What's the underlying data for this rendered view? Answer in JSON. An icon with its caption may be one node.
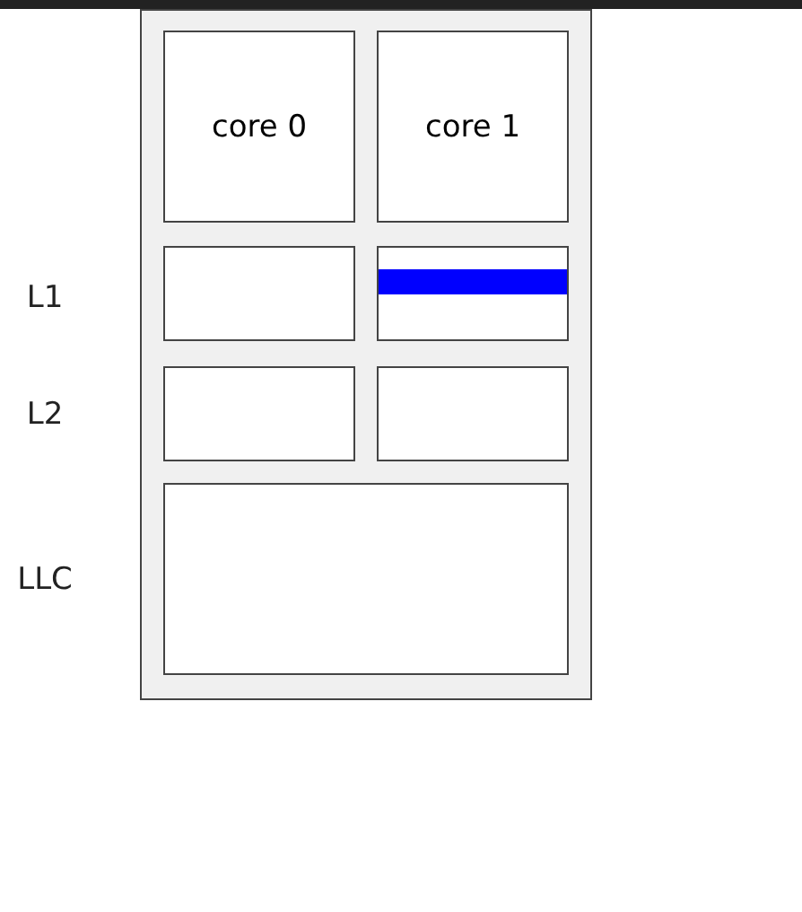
{
  "diagram": {
    "nodes": [
      {
        "text": [],
        "shape": "box"
      },
      {
        "text": [
          "core 0"
        ],
        "in": 0
      },
      {
        "text": [
          "core 1"
        ],
        "in": 0
      },
      {
        "text": [],
        "shape": "box",
        "in": 0
      },
      {
        "text": [],
        "shape": "box",
        "in": 0
      },
      {
        "text": [],
        "shape": "bar",
        "in": 4
      },
      {
        "text": [],
        "shape": "box",
        "in": 0
      },
      {
        "text": [],
        "shape": "box",
        "in": 0
      },
      {
        "text": [],
        "shape": "box",
        "in": 0
      }
    ],
    "labels": [
      "L1",
      "L2",
      "LLC"
    ]
  }
}
